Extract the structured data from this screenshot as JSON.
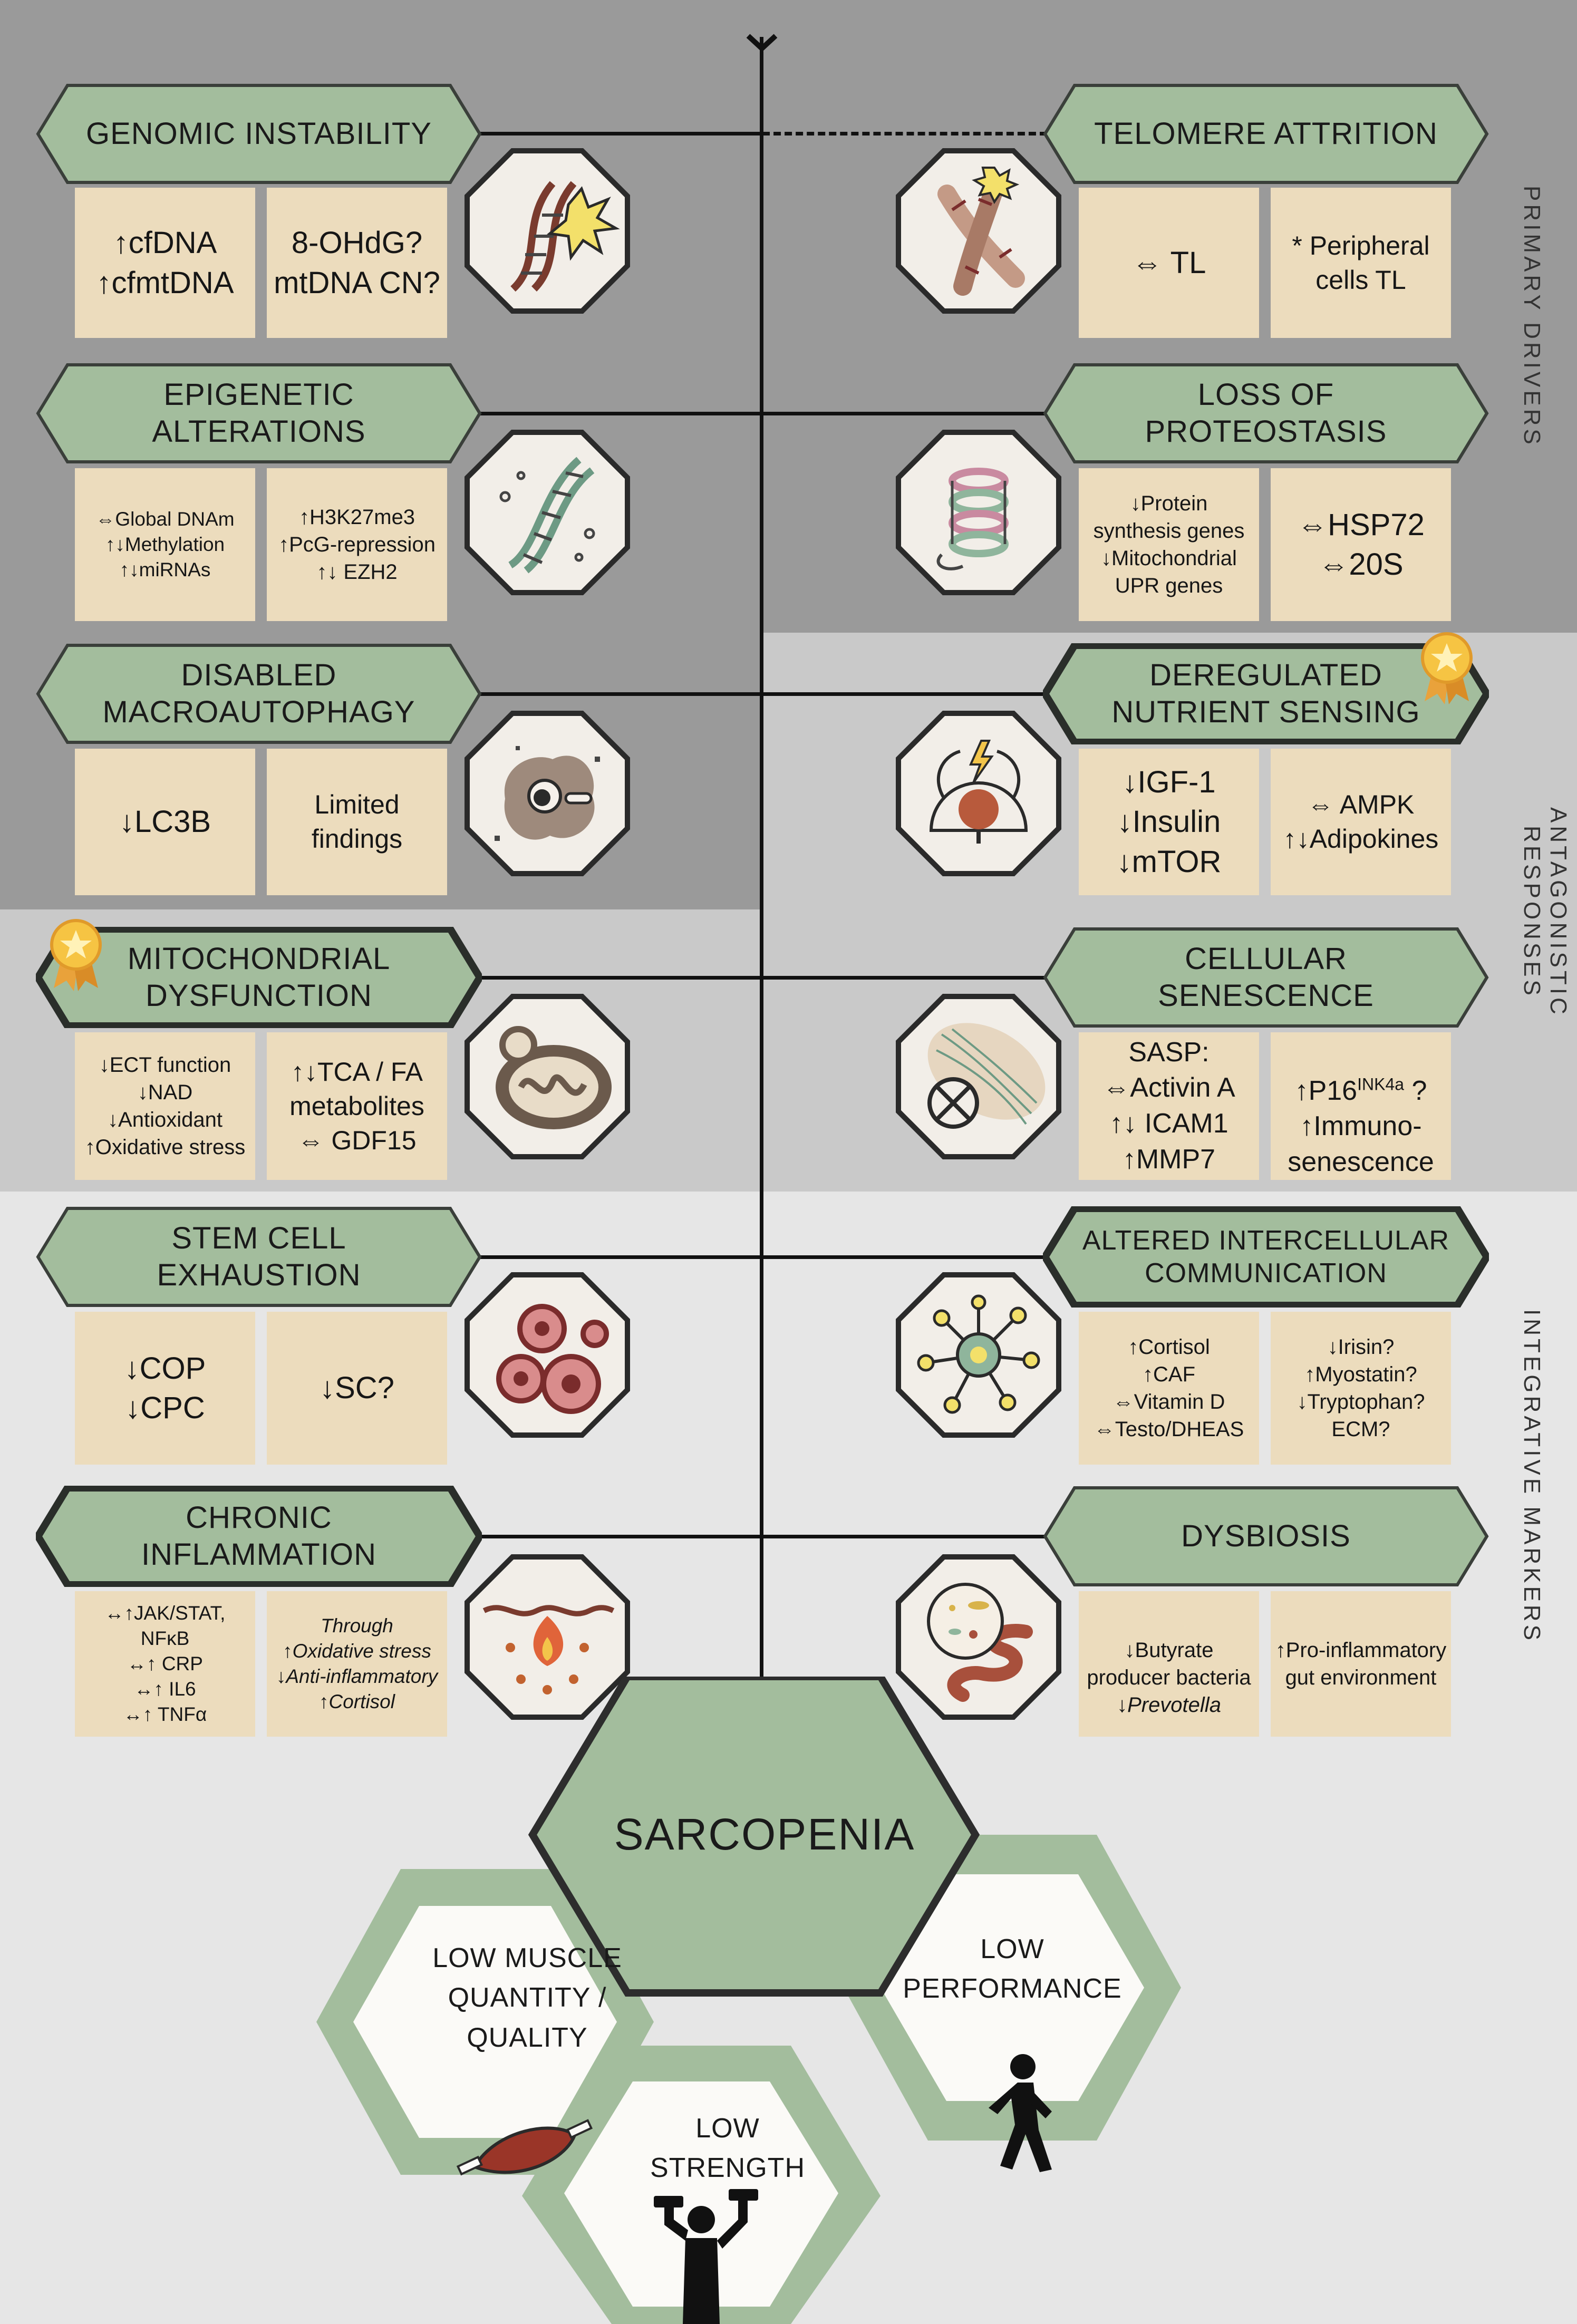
{
  "colors": {
    "band_primary": "#9a9a9a",
    "band_antagonistic": "#c9c9c9",
    "band_integrative": "#e6e6e6",
    "hallmark_fill": "#a3bd9d",
    "box_fill": "#ecdcbd",
    "line": "#111111"
  },
  "side_labels": {
    "primary": "PRIMARY DRIVERS",
    "antagonistic": "ANTAGONISTIC RESPONSES",
    "integrative": "INTEGRATIVE MARKERS"
  },
  "left": [
    {
      "title": "GENOMIC INSTABILITY",
      "box1": "↑cfDNA\n↑cfmtDNA",
      "box2": "8-OHdG?\nmtDNA CN?",
      "icon": "dna-damage-icon"
    },
    {
      "title": "EPIGENETIC\nALTERATIONS",
      "box1": "⇔Global DNAm\n↑↓Methylation\n↑↓miRNAs",
      "box2": "↑H3K27me3\n↑PcG-repression\n↑↓ EZH2",
      "icon": "dna-methylation-icon"
    },
    {
      "title": "DISABLED\nMACROAUTOPHAGY",
      "box1": "↓LC3B",
      "box2": "Limited\nfindings",
      "icon": "autophagy-cell-icon"
    },
    {
      "title": "MITOCHONDRIAL\nDYSFUNCTION",
      "box1": "↓ECT function\n↓NAD\n↓Antioxidant\n↑Oxidative stress",
      "box2": "↑↓TCA / FA\nmetabolites\n⇔ GDF15",
      "icon": "mitochondrion-icon"
    },
    {
      "title": "STEM CELL\nEXHAUSTION",
      "box1": "↓COP\n↓CPC",
      "box2": "↓SC?",
      "icon": "stem-cells-icon"
    },
    {
      "title": "CHRONIC\nINFLAMMATION",
      "box1": "↔↑JAK/STAT, NFκB\n↔↑ CRP\n↔↑ IL6\n↔↑ TNFα",
      "box2": "Through\n↑Oxidative stress\n↓Anti-inflammatory\n↑Cortisol",
      "icon": "inflammation-flame-icon"
    }
  ],
  "right": [
    {
      "title": "TELOMERE ATTRITION",
      "box1": "⇔ TL",
      "box2": "* Peripheral\ncells TL",
      "icon": "chromosome-icon"
    },
    {
      "title": "LOSS OF\nPROTEOSTASIS",
      "box1": "↓Protein\nsynthesis genes\n↓Mitochondrial\nUPR genes",
      "box2": "⇔HSP72\n⇔20S",
      "icon": "protein-folding-icon"
    },
    {
      "title": "DEREGULATED\nNUTRIENT SENSING",
      "box1": "↓IGF-1\n↓Insulin\n↓mTOR",
      "box2": "⇔ AMPK\n↑↓Adipokines",
      "icon": "nutrient-sensing-icon"
    },
    {
      "title": "CELLULAR\nSENESCENCE",
      "box1": "SASP:\n⇔Activin A\n↑↓ ICAM1\n↑MMP7",
      "box2_pre": "↑P16",
      "box2_sup": "INK4a",
      "box2_post": " ?\n↑Immuno-\nsenescence",
      "icon": "senescent-cell-icon"
    },
    {
      "title": "ALTERED INTERCELLULAR\nCOMMUNICATION",
      "box1": "↑Cortisol\n↑CAF\n⇔Vitamin D\n⇔Testo/DHEAS",
      "box2": "↓Irisin?\n↑Myostatin?\n↓Tryptophan?\nECM?",
      "icon": "cell-network-icon"
    },
    {
      "title": "DYSBIOSIS",
      "box1_a": "↓Butyrate\nproducer bacteria\n↓",
      "box1_b": "Prevotella",
      "box2": "↑Pro-inflammatory\ngut environment",
      "icon": "gut-microbiome-icon"
    }
  ],
  "sarcopenia": {
    "title": "SARCOPENIA",
    "muscle": "LOW MUSCLE\nQUANTITY /\nQUALITY",
    "strength": "LOW\nSTRENGTH",
    "performance": "LOW\nPERFORMANCE"
  }
}
